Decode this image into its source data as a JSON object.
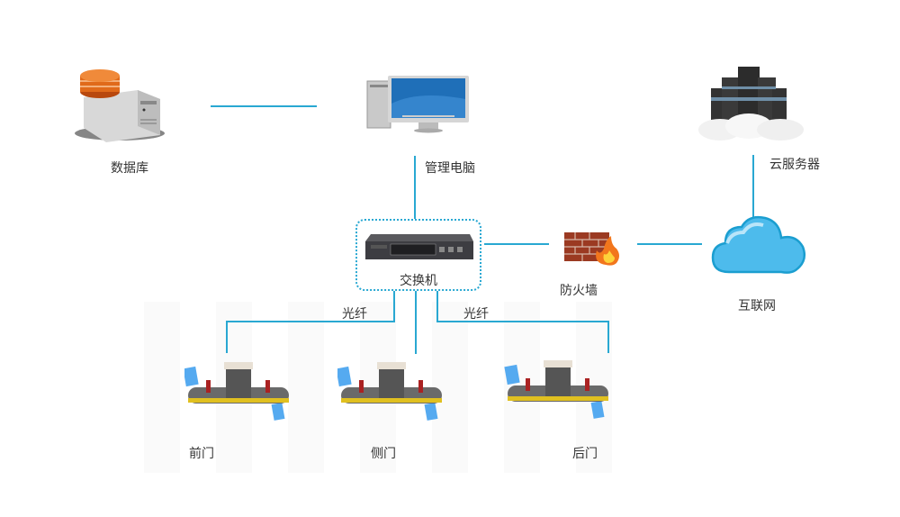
{
  "nodes": {
    "database": {
      "label": "数据库",
      "icon": "database-server-icon"
    },
    "admin_pc": {
      "label": "管理电脑",
      "icon": "desktop-computer-icon"
    },
    "cloud_server": {
      "label": "云服务器",
      "icon": "cloud-server-icon"
    },
    "switch": {
      "label": "交换机",
      "icon": "network-switch-icon"
    },
    "firewall": {
      "label": "防火墙",
      "icon": "firewall-icon"
    },
    "internet": {
      "label": "互联网",
      "icon": "cloud-icon"
    },
    "front_gate": {
      "label": "前门",
      "icon": "parking-gate-icon"
    },
    "side_gate": {
      "label": "侧门",
      "icon": "parking-gate-icon"
    },
    "back_gate": {
      "label": "后门",
      "icon": "parking-gate-icon"
    }
  },
  "links": {
    "fiber_left": "光纤",
    "fiber_right": "光纤"
  },
  "colors": {
    "link": "#29a8d2",
    "cloud": "#4dbbec",
    "card": "#55aaf0",
    "db_orange": "#e06a1a"
  }
}
